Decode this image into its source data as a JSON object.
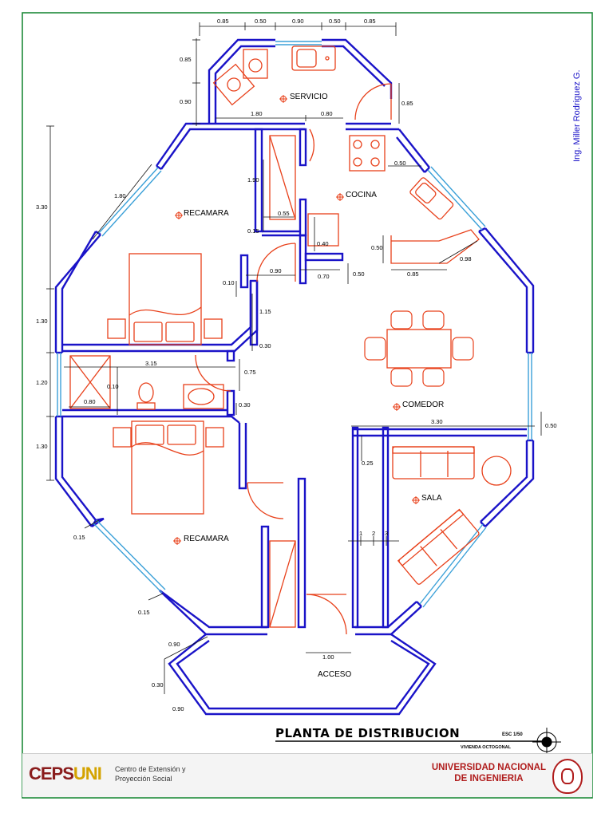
{
  "rooms": {
    "servicio": "SERVICIO",
    "cocina": "COCINA",
    "recamara_top": "RECAMARA",
    "recamara_bottom": "RECAMARA",
    "comedor": "COMEDOR",
    "sala": "SALA",
    "acceso": "ACCESO"
  },
  "dimensions": {
    "top_085a": "0.85",
    "top_050a": "0.50",
    "top_090": "0.90",
    "top_050b": "0.50",
    "top_085b": "0.85",
    "left_085": "0.85",
    "left_090": "0.90",
    "serv_180": "1.80",
    "serv_080": "0.80",
    "right_085": "0.85",
    "wall_330": "3.30",
    "diag_180": "1.80",
    "stair_190": "1.90",
    "stair_055": "0.55",
    "stair_015": "0.15",
    "k_040": "0.40",
    "k_050a": "0.50",
    "k_050b": "0.50",
    "k_085": "0.85",
    "k_098": "0.98",
    "door_090": "0.90",
    "door_070": "0.70",
    "door_050": "0.50",
    "d_010": "0.10",
    "d_115": "1.15",
    "d_030a": "0.30",
    "wall_130a": "1.30",
    "bath_315": "3.15",
    "bath_075": "0.75",
    "wall_120": "1.20",
    "bath_080": "0.80",
    "bath_010": "0.10",
    "d_030b": "0.30",
    "wall_130b": "1.30",
    "sala_330": "3.30",
    "sala_050": "0.50",
    "sala_025": "0.25",
    "low_015a": "0.15",
    "low_015b": "0.15",
    "acc_090a": "0.90",
    "acc_030": "0.30",
    "acc_090b": "0.90",
    "acc_100": "1.00",
    "step_1": "1",
    "step_2": "2",
    "step_3": "3"
  },
  "author": "Ing. Miller Rodriguez G.",
  "title": {
    "main": "PLANTA DE DISTRIBUCION",
    "scale": "ESC 1/50",
    "subtitle": "VIVIENDA OCTOGONAL"
  },
  "footer": {
    "logo_a": "CEPS",
    "logo_b": "UNI",
    "extension_line1": "Centro de Extensión y",
    "extension_line2": "Proyección Social",
    "university_line1": "UNIVERSIDAD NACIONAL",
    "university_line2": "DE INGENIERIA"
  },
  "colors": {
    "wall": "#1a13c8",
    "furniture": "#e8401a",
    "window": "#3aa0d8",
    "frame": "#1e8a3a",
    "dimension": "#111111",
    "room_marker": "#e8401a"
  }
}
